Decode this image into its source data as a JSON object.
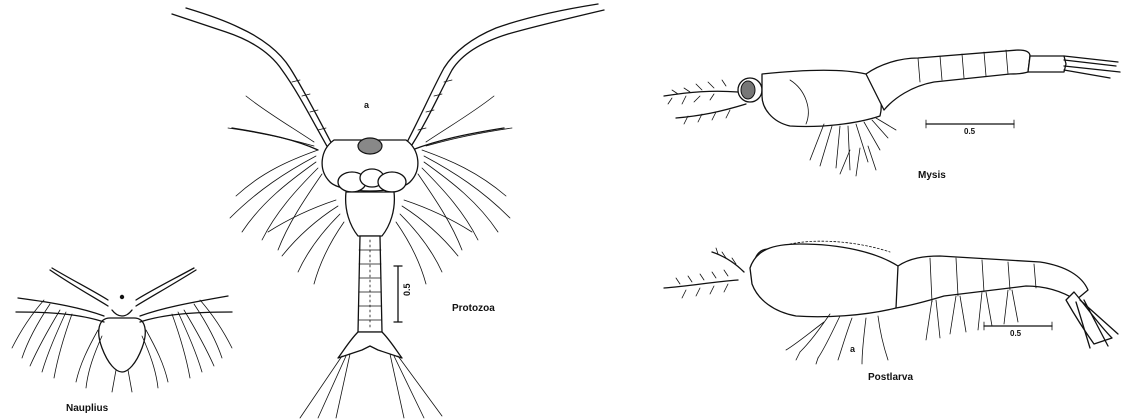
{
  "figure": {
    "stages": [
      {
        "id": "nauplius",
        "label": "Nauplius"
      },
      {
        "id": "protozoea",
        "label": "Protozoa"
      },
      {
        "id": "mysis",
        "label": "Mysis"
      },
      {
        "id": "postlarva",
        "label": "Postlarva"
      }
    ],
    "annotations": {
      "protozoea_marker": "a",
      "protozoea_scale": "0.5",
      "mysis_scale": "0.5",
      "postlarva_marker": "a",
      "postlarva_scale": "0.5"
    }
  }
}
